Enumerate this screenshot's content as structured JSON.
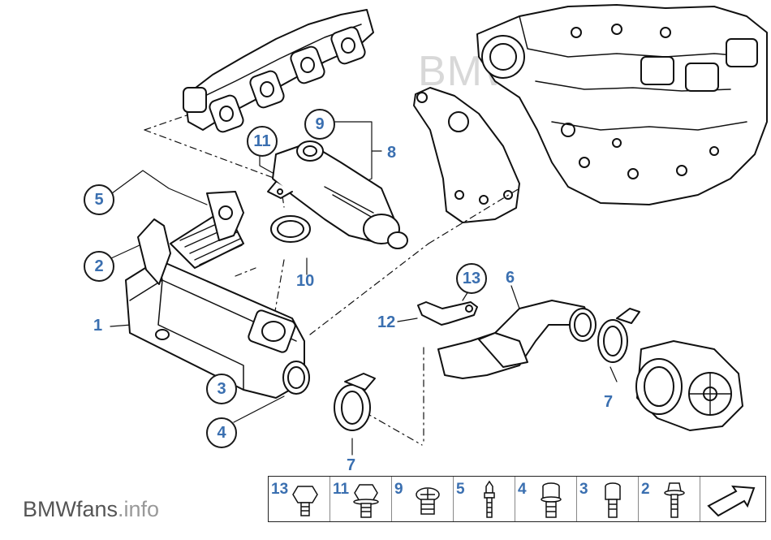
{
  "callouts": {
    "c1": "1",
    "c2": "2",
    "c3": "3",
    "c4": "4",
    "c5": "5",
    "c6": "6",
    "c7a": "7",
    "c7b": "7",
    "c8": "8",
    "c9": "9",
    "c10": "10",
    "c11": "11",
    "c12": "12",
    "c13": "13"
  },
  "legend": {
    "items": [
      {
        "num": "13",
        "icon": "hex-bolt-washer-icon"
      },
      {
        "num": "11",
        "icon": "hex-bolt-flange-icon"
      },
      {
        "num": "9",
        "icon": "banjo-bolt-icon"
      },
      {
        "num": "5",
        "icon": "stud-bolt-icon"
      },
      {
        "num": "4",
        "icon": "socket-screw-icon"
      },
      {
        "num": "3",
        "icon": "allen-screw-icon"
      },
      {
        "num": "2",
        "icon": "flange-screw-icon"
      },
      {
        "num": "",
        "icon": "next-arrow-icon"
      }
    ]
  },
  "watermark": {
    "brand": "BMW",
    "fans": "fans",
    "info": ".info"
  },
  "background_mark": "BMWfans"
}
